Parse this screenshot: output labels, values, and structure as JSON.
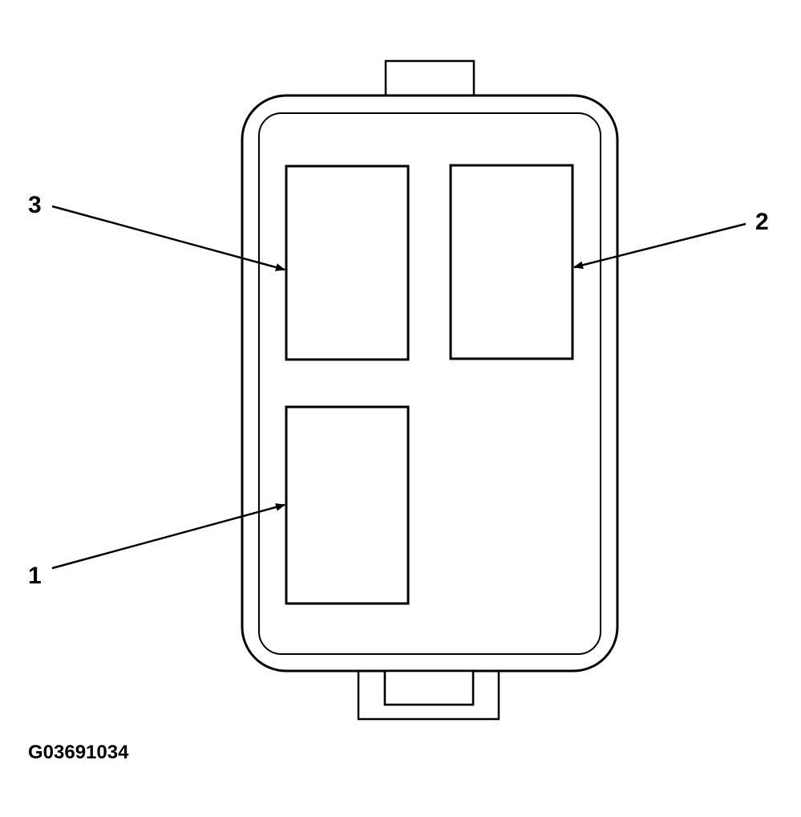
{
  "diagram": {
    "callouts": [
      {
        "id": "terminal-3",
        "label": "3"
      },
      {
        "id": "terminal-2",
        "label": "2"
      },
      {
        "id": "terminal-1",
        "label": "1"
      }
    ],
    "figure_id": "G03691034"
  },
  "colors": {
    "stroke": "#000000",
    "background": "#ffffff"
  }
}
